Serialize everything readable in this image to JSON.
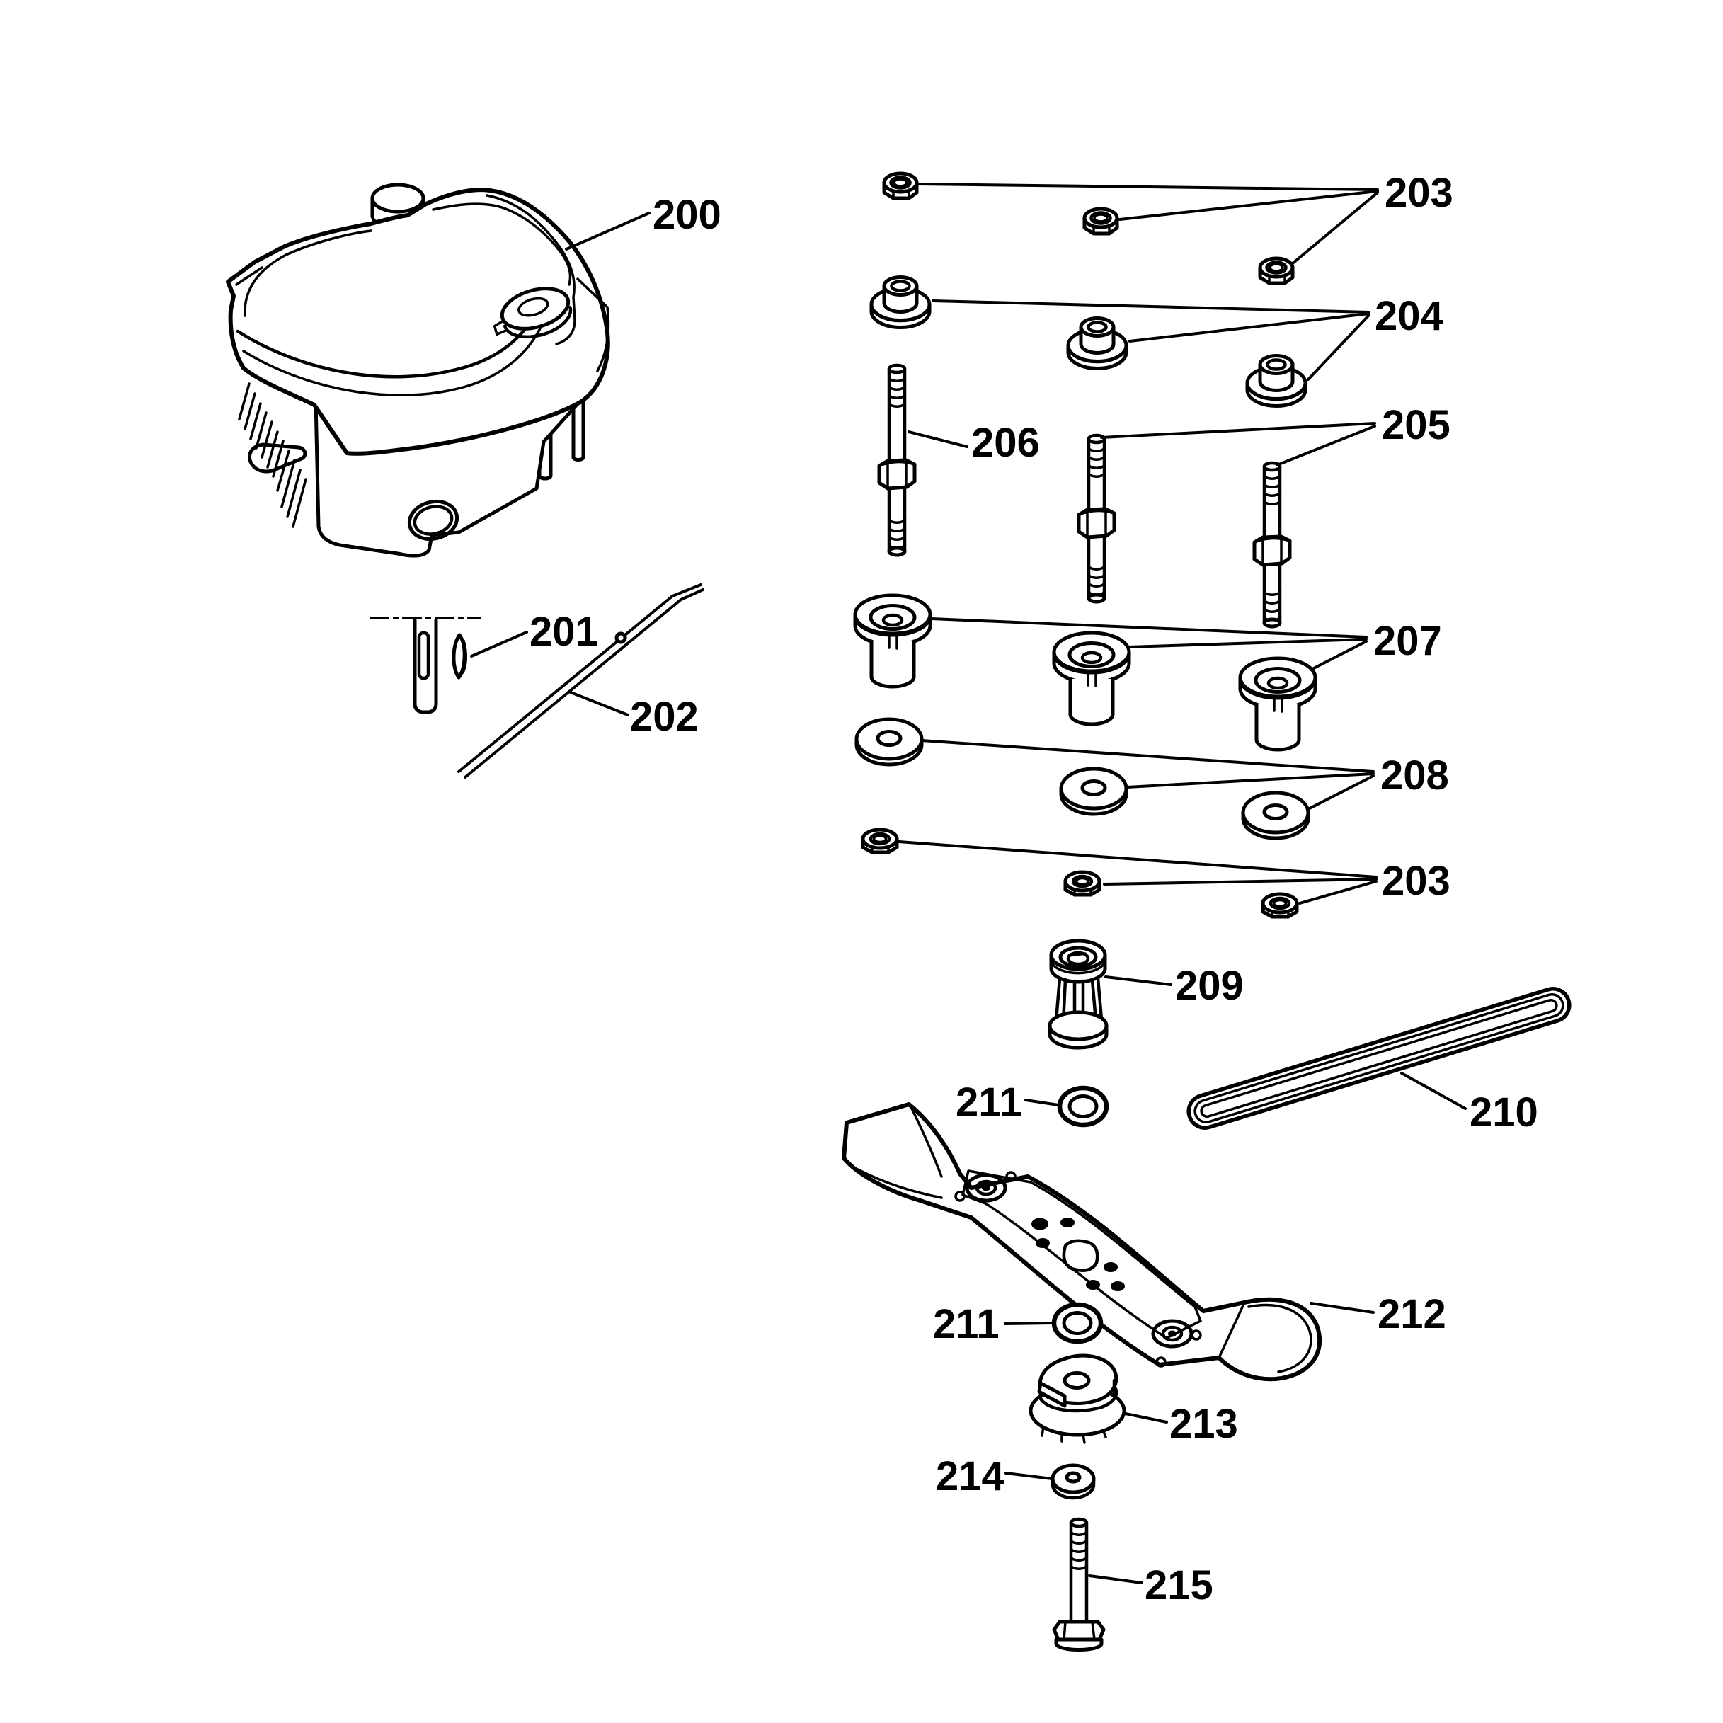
{
  "figure": {
    "type": "exploded-parts-diagram",
    "subject": "engine-and-blade-assembly",
    "background_color": "#ffffff",
    "line_color": "#000000",
    "callouts": [
      {
        "part": "engine",
        "text": "200"
      },
      {
        "part": "woodruff-key",
        "text": "201"
      },
      {
        "part": "control-rod",
        "text": "202"
      },
      {
        "part": "lock-nuts-top-row",
        "text": "203"
      },
      {
        "part": "flange-bushings",
        "text": "204"
      },
      {
        "part": "studs-pair",
        "text": "205"
      },
      {
        "part": "stud-single",
        "text": "206"
      },
      {
        "part": "flanged-sleeves",
        "text": "207"
      },
      {
        "part": "flat-washers",
        "text": "208"
      },
      {
        "part": "hex-nuts-bottom-row",
        "text": "203"
      },
      {
        "part": "blade-adapter",
        "text": "209"
      },
      {
        "part": "drive-belt",
        "text": "210"
      },
      {
        "part": "washer-upper",
        "text": "211"
      },
      {
        "part": "blade",
        "text": "212"
      },
      {
        "part": "washer-lower",
        "text": "211"
      },
      {
        "part": "blade-hub",
        "text": "213"
      },
      {
        "part": "small-washer",
        "text": "214"
      },
      {
        "part": "blade-bolt",
        "text": "215"
      }
    ]
  }
}
